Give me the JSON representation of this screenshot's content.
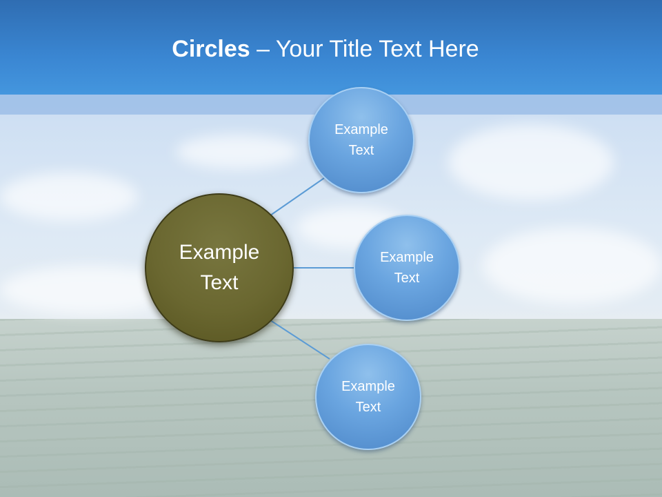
{
  "slide": {
    "title_bold": "Circles",
    "title_rest": " – Your Title Text Here"
  },
  "diagram": {
    "center": {
      "label": "Example Text",
      "color": "#6a6730"
    },
    "nodes": [
      {
        "label": "Example Text",
        "color": "#6aa5e0"
      },
      {
        "label": "Example Text",
        "color": "#6aa5e0"
      },
      {
        "label": "Example Text",
        "color": "#6aa5e0"
      }
    ]
  },
  "colors": {
    "header": "#3a86d2",
    "connector": "#5b9bd5"
  }
}
